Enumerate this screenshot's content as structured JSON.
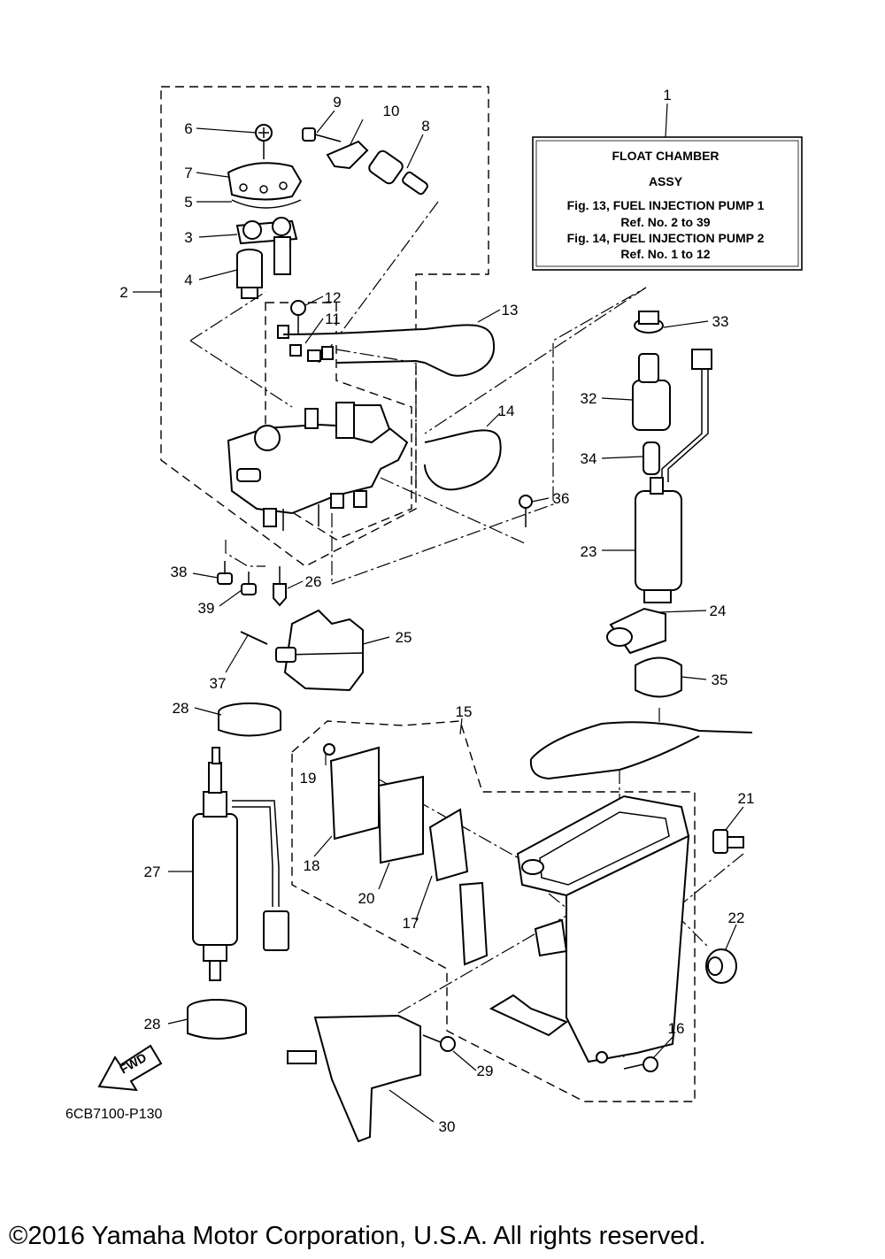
{
  "note_box": {
    "title_line1": "FLOAT CHAMBER",
    "title_line2": "ASSY",
    "line3": "Fig. 13, FUEL INJECTION PUMP 1",
    "line4": "Ref. No. 2 to 39",
    "line5": "Fig. 14, FUEL INJECTION PUMP 2",
    "line6": "Ref. No. 1 to 12"
  },
  "callouts": [
    "1",
    "2",
    "3",
    "4",
    "5",
    "6",
    "7",
    "8",
    "9",
    "10",
    "11",
    "12",
    "13",
    "14",
    "15",
    "16",
    "17",
    "18",
    "19",
    "20",
    "21",
    "22",
    "23",
    "24",
    "25",
    "26",
    "27",
    "28",
    "28",
    "29",
    "30",
    "32",
    "33",
    "34",
    "35",
    "36",
    "37",
    "38",
    "39"
  ],
  "fwd_label": "FWD",
  "diagram_code": "6CB7100-P130",
  "copyright": "©2016 Yamaha Motor Corporation, U.S.A. All rights reserved."
}
